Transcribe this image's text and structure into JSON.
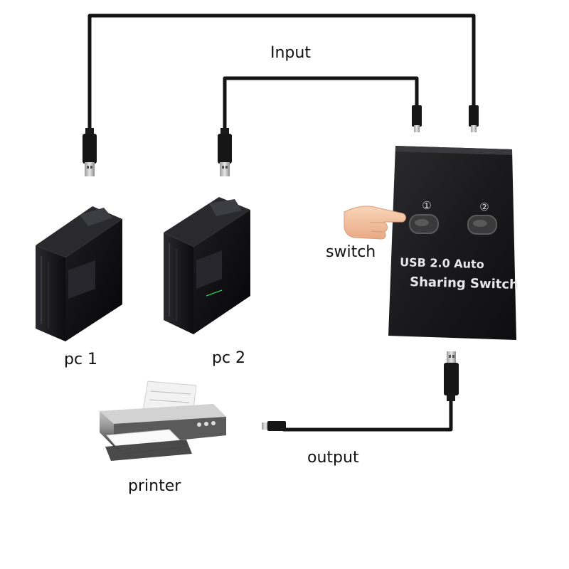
{
  "labels": {
    "input": "Input",
    "switch": "switch",
    "pc1": "pc 1",
    "pc2": "pc 2",
    "output": "output",
    "printer": "printer"
  },
  "device": {
    "line1": "USB 2.0 Auto",
    "line2": "Sharing Switch",
    "button1": "①",
    "button2": "②"
  },
  "colors": {
    "cable": "#141414",
    "device_body": "#1c1c1e",
    "pc_body": "#141416",
    "hand": "#f3c6a5"
  },
  "icons": [
    "hand-pointer-icon",
    "printer-icon",
    "pc-tower-icon",
    "usb-plug-icon"
  ]
}
